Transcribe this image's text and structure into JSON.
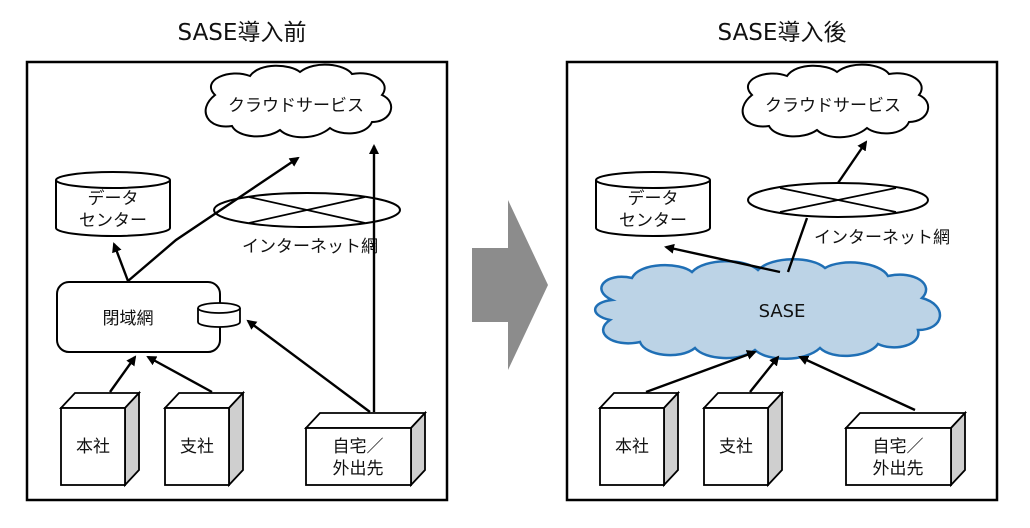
{
  "before": {
    "title": "SASE導入前",
    "cloud": "クラウドサービス",
    "datacenter_line1": "データ",
    "datacenter_line2": "センター",
    "internet": "インターネット網",
    "closed_network": "閉域網",
    "hq": "本社",
    "branch": "支社",
    "remote_line1": "自宅／",
    "remote_line2": "外出先"
  },
  "after": {
    "title": "SASE導入後",
    "cloud": "クラウドサービス",
    "datacenter_line1": "データ",
    "datacenter_line2": "センター",
    "internet": "インターネット網",
    "sase": "SASE",
    "hq": "本社",
    "branch": "支社",
    "remote_line1": "自宅／",
    "remote_line2": "外出先"
  },
  "colors": {
    "sase_fill": "#bcd3e6",
    "sase_stroke": "#1f6fb5",
    "arrow": "#8c8c8c",
    "box_side": "#cfcfcf"
  }
}
